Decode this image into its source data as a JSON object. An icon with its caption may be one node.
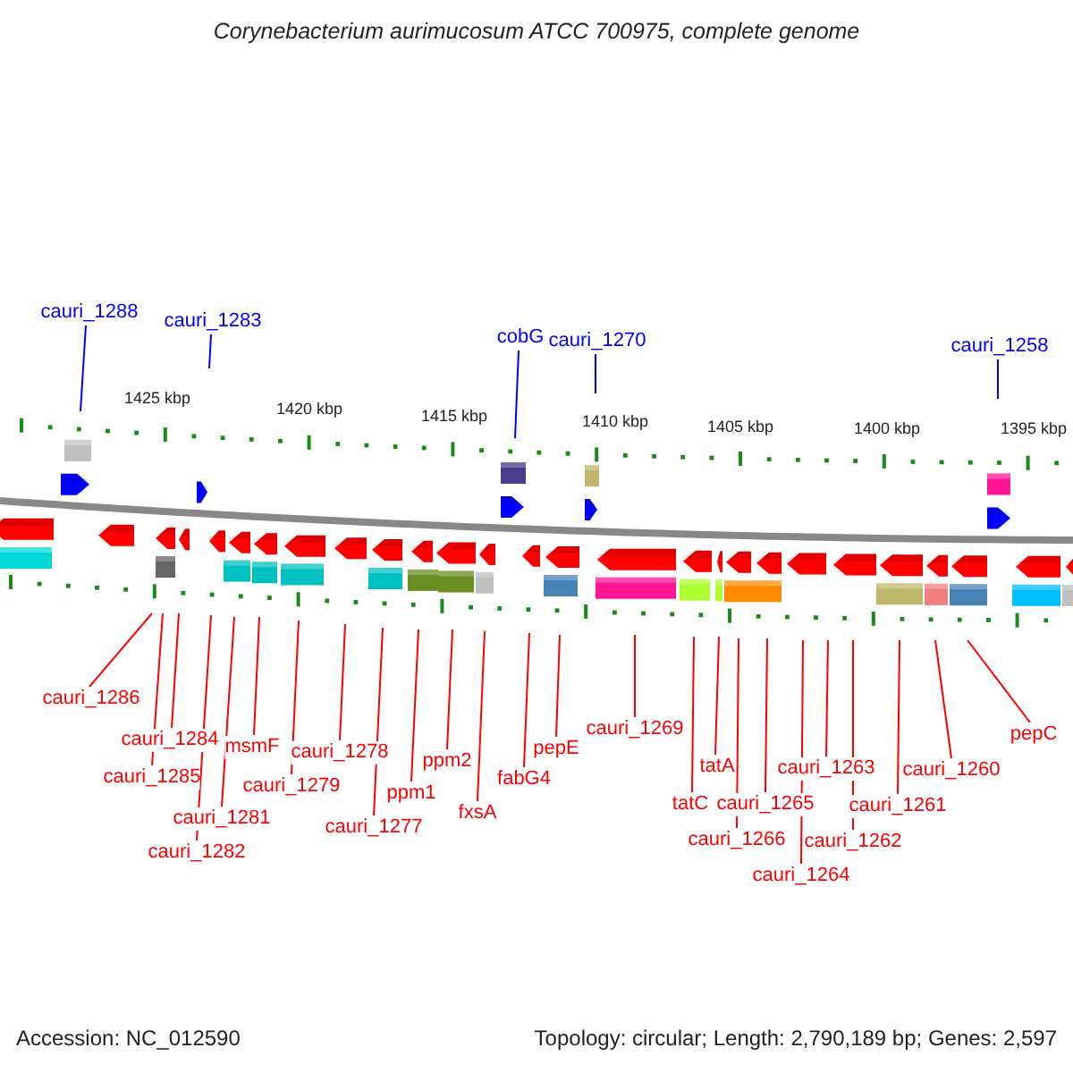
{
  "diagram": {
    "title": "Corynebacterium aurimucosum ATCC 700975, complete genome",
    "nodes": [
      {
        "text": [
          "cauri_1288"
        ]
      },
      {
        "text": [
          "cauri_1283"
        ]
      },
      {
        "text": [
          "cobG"
        ]
      },
      {
        "text": [
          "cauri_1270"
        ]
      },
      {
        "text": [
          "cauri_1258"
        ]
      },
      {
        "text": [
          "cauri_1286"
        ]
      },
      {
        "text": [
          "cauri_1284"
        ]
      },
      {
        "text": [
          "cauri_1285"
        ]
      },
      {
        "text": [
          "msmF"
        ]
      },
      {
        "text": [
          "cauri_1279"
        ]
      },
      {
        "text": [
          "cauri_1278"
        ]
      },
      {
        "text": [
          "cauri_1281"
        ]
      },
      {
        "text": [
          "cauri_1282"
        ]
      },
      {
        "text": [
          "cauri_1277"
        ]
      },
      {
        "text": [
          "ppm1"
        ]
      },
      {
        "text": [
          "ppm2"
        ]
      },
      {
        "text": [
          "fxsA"
        ]
      },
      {
        "text": [
          "fabG4"
        ]
      },
      {
        "text": [
          "pepE"
        ]
      },
      {
        "text": [
          "cauri_1269"
        ]
      },
      {
        "text": [
          "tatA"
        ]
      },
      {
        "text": [
          "tatC"
        ]
      },
      {
        "text": [
          "cauri_1265"
        ]
      },
      {
        "text": [
          "cauri_1266"
        ]
      },
      {
        "text": [
          "cauri_1263"
        ]
      },
      {
        "text": [
          "cauri_1264"
        ]
      },
      {
        "text": [
          "cauri_1262"
        ]
      },
      {
        "text": [
          "cauri_1261"
        ]
      },
      {
        "text": [
          "cauri_1260"
        ]
      },
      {
        "text": [
          "pepC"
        ]
      }
    ],
    "edges": [
      {
        "from": 0,
        "to": null,
        "arrow": "none",
        "color": "#0000ff"
      },
      {
        "from": 1,
        "to": null,
        "arrow": "none",
        "color": "#0000ff"
      },
      {
        "from": 2,
        "to": null,
        "arrow": "none",
        "color": "#0000ff"
      },
      {
        "from": 3,
        "to": null,
        "arrow": "none",
        "color": "#0000ff"
      },
      {
        "from": 4,
        "to": null,
        "arrow": "none",
        "color": "#0000ff"
      },
      {
        "from": 5,
        "to": null,
        "arrow": "none"
      },
      {
        "from": 6,
        "to": null,
        "arrow": "none"
      },
      {
        "from": 7,
        "to": null,
        "arrow": "none"
      },
      {
        "from": 8,
        "to": null,
        "arrow": "none"
      },
      {
        "from": 9,
        "to": null,
        "arrow": "none"
      },
      {
        "from": 10,
        "to": null,
        "arrow": "none"
      },
      {
        "from": 11,
        "to": null,
        "arrow": "none"
      },
      {
        "from": 12,
        "to": null,
        "arrow": "none"
      },
      {
        "from": 13,
        "to": null,
        "arrow": "none"
      },
      {
        "from": 14,
        "to": null,
        "arrow": "none"
      },
      {
        "from": 15,
        "to": null,
        "arrow": "none"
      },
      {
        "from": 16,
        "to": null,
        "arrow": "none"
      },
      {
        "from": 17,
        "to": null,
        "arrow": "none"
      },
      {
        "from": 18,
        "to": null,
        "arrow": "none"
      },
      {
        "from": 19,
        "to": null,
        "arrow": "none"
      },
      {
        "from": 20,
        "to": null,
        "arrow": "none"
      },
      {
        "from": 21,
        "to": null,
        "arrow": "none"
      },
      {
        "from": 22,
        "to": null,
        "arrow": "none"
      },
      {
        "from": 23,
        "to": null,
        "arrow": "none"
      },
      {
        "from": 24,
        "to": null,
        "arrow": "none"
      },
      {
        "from": 25,
        "to": null,
        "arrow": "none"
      },
      {
        "from": 26,
        "to": null,
        "arrow": "none"
      },
      {
        "from": 27,
        "to": null,
        "arrow": "none"
      },
      {
        "from": 28,
        "to": null,
        "arrow": "none"
      },
      {
        "from": 29,
        "to": null,
        "arrow": "none"
      }
    ],
    "labels": [
      "1425 kbp",
      "1420 kbp",
      "1415 kbp",
      "1410 kbp",
      "1405 kbp",
      "1400 kbp",
      "1395 kbp",
      "Accession: NC_012590",
      "Topology: circular; Length: 2,790,189 bp; Genes: 2,597"
    ]
  }
}
